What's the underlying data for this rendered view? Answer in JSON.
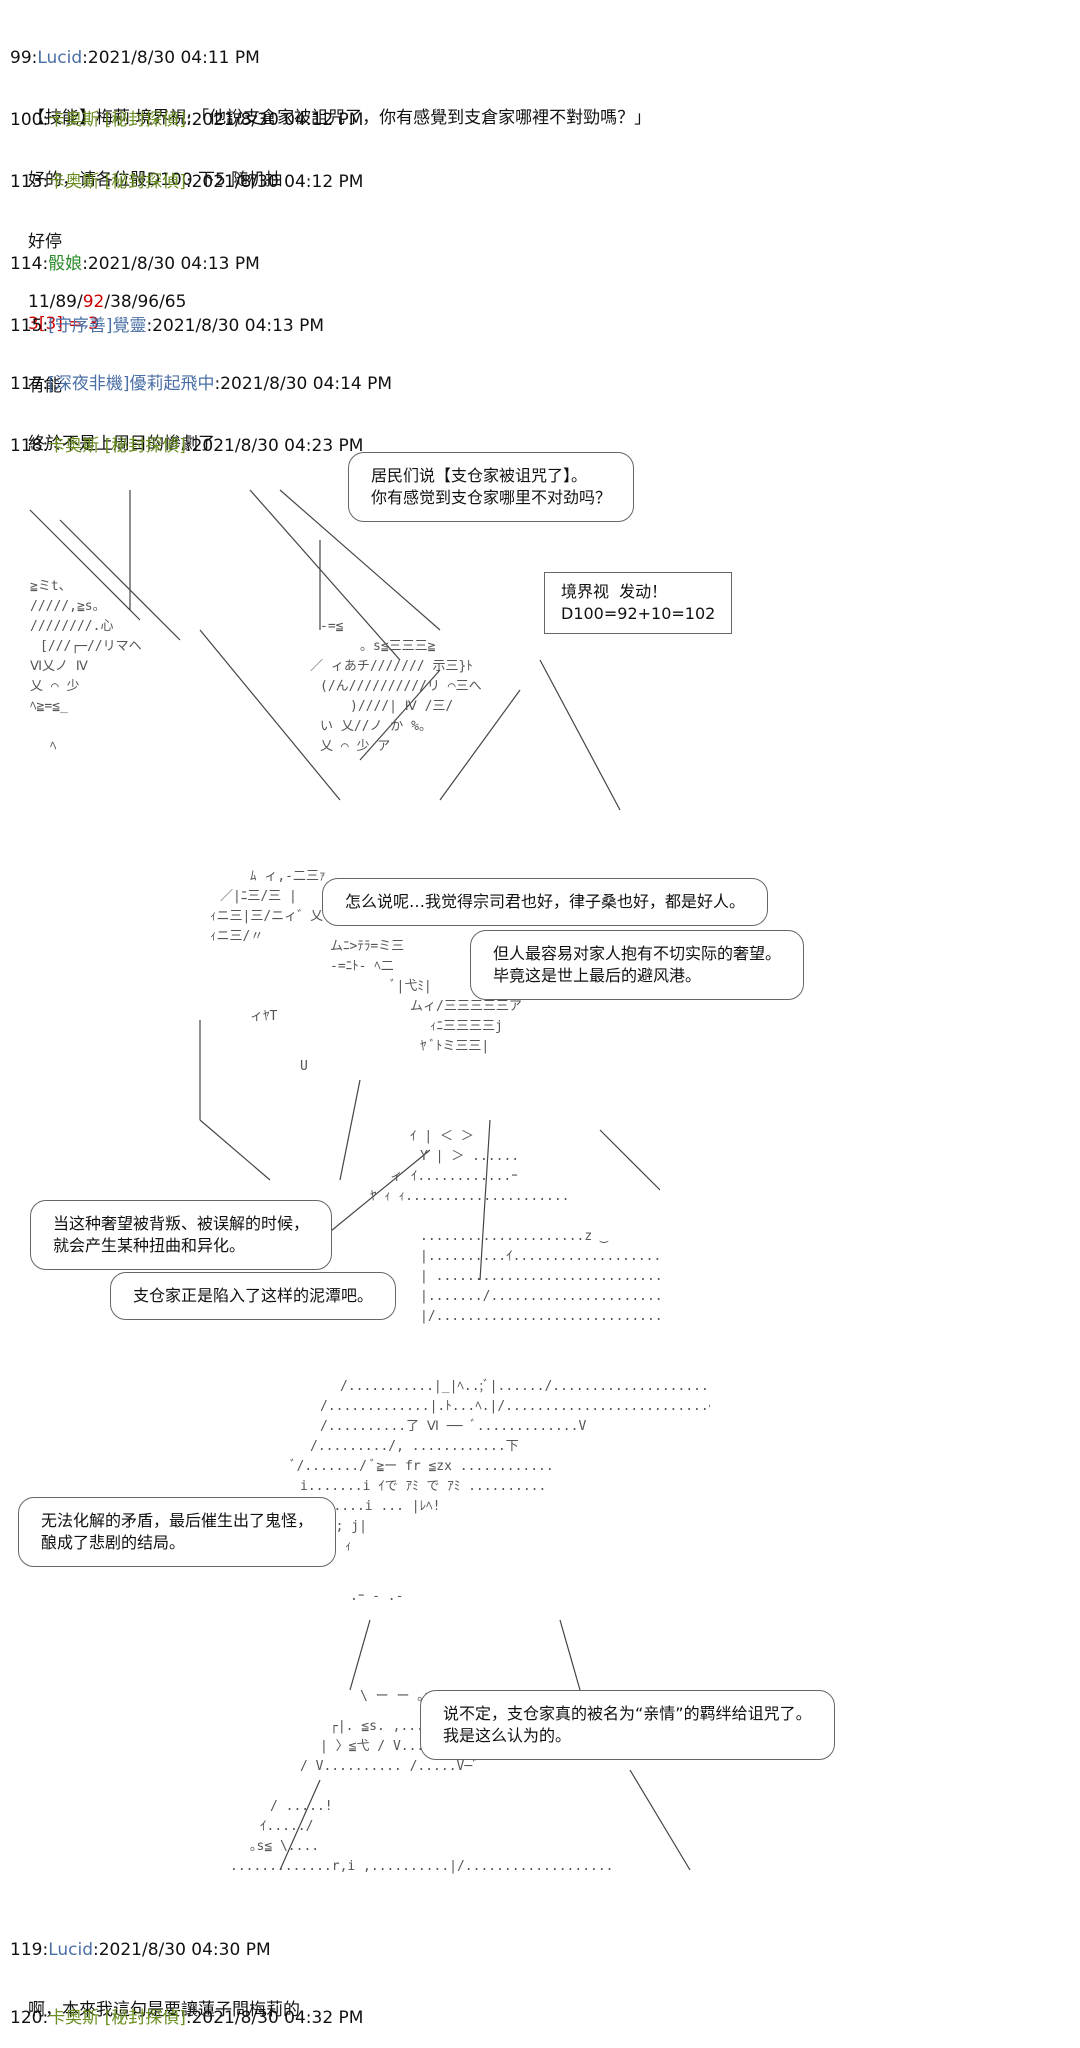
{
  "posts": {
    "p99": {
      "num": "99:",
      "name": "Lucid",
      "time": ":2021/8/30 04:11 PM",
      "body": "【技能】梅莉 境界視:「他說支倉家被詛咒了，你有感覺到支倉家哪裡不對勁嗎？」"
    },
    "p100": {
      "num": "100:",
      "name": "卡奥斯 [秘封探偵]",
      "time": ":2021/8/30 04:12 PM",
      "body": "好的，请各位骰D100 下5 随机抽"
    },
    "p113": {
      "num": "113:",
      "name": "卡奥斯 [秘封探偵]",
      "time": ":2021/8/30 04:12 PM",
      "body1": "好停",
      "body2a": "11/89/",
      "body2b": "92",
      "body2c": "/38/96/65"
    },
    "p114": {
      "num": "114:",
      "name": "骰娘",
      "time": ":2021/8/30 04:13 PM",
      "body": "3[3] = 3"
    },
    "p115": {
      "num": "115:",
      "name": "[守序善]覺靈",
      "time": ":2021/8/30 04:13 PM",
      "body": "有能"
    },
    "p117": {
      "num": "117:",
      "name": "[深夜非機]優莉起飛中",
      "time": ":2021/8/30 04:14 PM",
      "body": "終於不是上周目的慘劇了"
    },
    "p118": {
      "num": "118:",
      "name": "卡奥斯 [秘封探偵]",
      "time": ":2021/8/30 04:23 PM"
    },
    "p119": {
      "num": "119:",
      "name": "Lucid",
      "time": ":2021/8/30 04:30 PM",
      "body": "啊，本來我這句是要讓蓮子問梅莉的"
    },
    "p120": {
      "num": "120:",
      "name": "卡奥斯 [秘封探偵]",
      "time": ":2021/8/30 04:32 PM"
    }
  },
  "panels": {
    "bubble1": "居民们说【支仓家被诅咒了】。\n你有感觉到支仓家哪里不对劲吗？",
    "box1": "境界视  发动！\nD100=92+10=102",
    "bubble2": "怎么说呢…我觉得宗司君也好，律子桑也好，都是好人。",
    "bubble3": "但人最容易对家人抱有不切实际的奢望。\n毕竟这是世上最后的避风港。",
    "bubble4": "当这种奢望被背叛、被误解的时候，\n就会产生某种扭曲和异化。",
    "bubble5": "支仓家正是陷入了这样的泥潭吧。",
    "bubble6": "无法化解的矛盾，最后催生出了鬼怪，\n酿成了悲剧的结局。",
    "bubble7": "说不定，支仓家真的被名为“亲情”的羁绊给诅咒了。\n我是这么认为的。"
  }
}
